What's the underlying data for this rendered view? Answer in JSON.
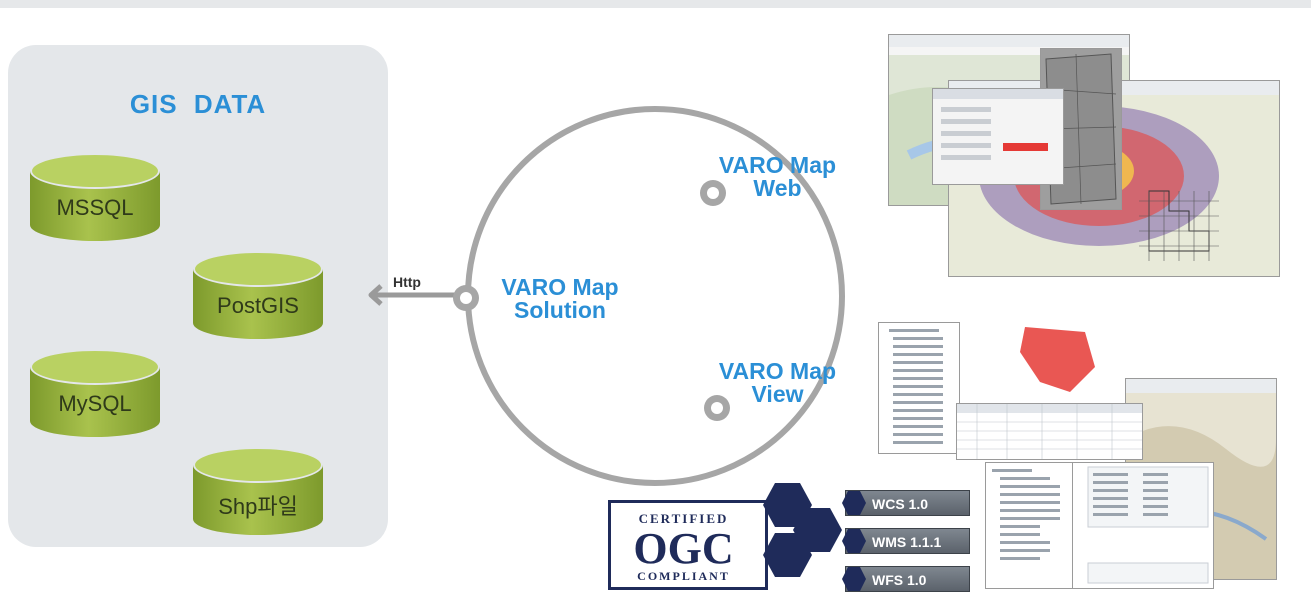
{
  "gis_panel": {
    "title": "GIS  DATA",
    "databases": [
      "MSSQL",
      "PostGIS",
      "MySQL",
      "Shp파일"
    ]
  },
  "connector": {
    "label": "Http"
  },
  "solution": {
    "center_label_line1": "VARO Map",
    "center_label_line2": "Solution",
    "web_label_line1": "VARO Map",
    "web_label_line2": "Web",
    "view_label_line1": "VARO Map",
    "view_label_line2": "View"
  },
  "ogc": {
    "certified": "CERTIFIED",
    "name": "OGC",
    "compliant": "COMPLIANT",
    "standards": [
      "WCS 1.0",
      "WMS 1.1.1",
      "WFS 1.0"
    ]
  },
  "colors": {
    "accent_blue": "#2b8fd6",
    "db_green": "#a9c24d",
    "ring_gray": "#a6a6a6",
    "ogc_navy": "#1f2b5a"
  }
}
